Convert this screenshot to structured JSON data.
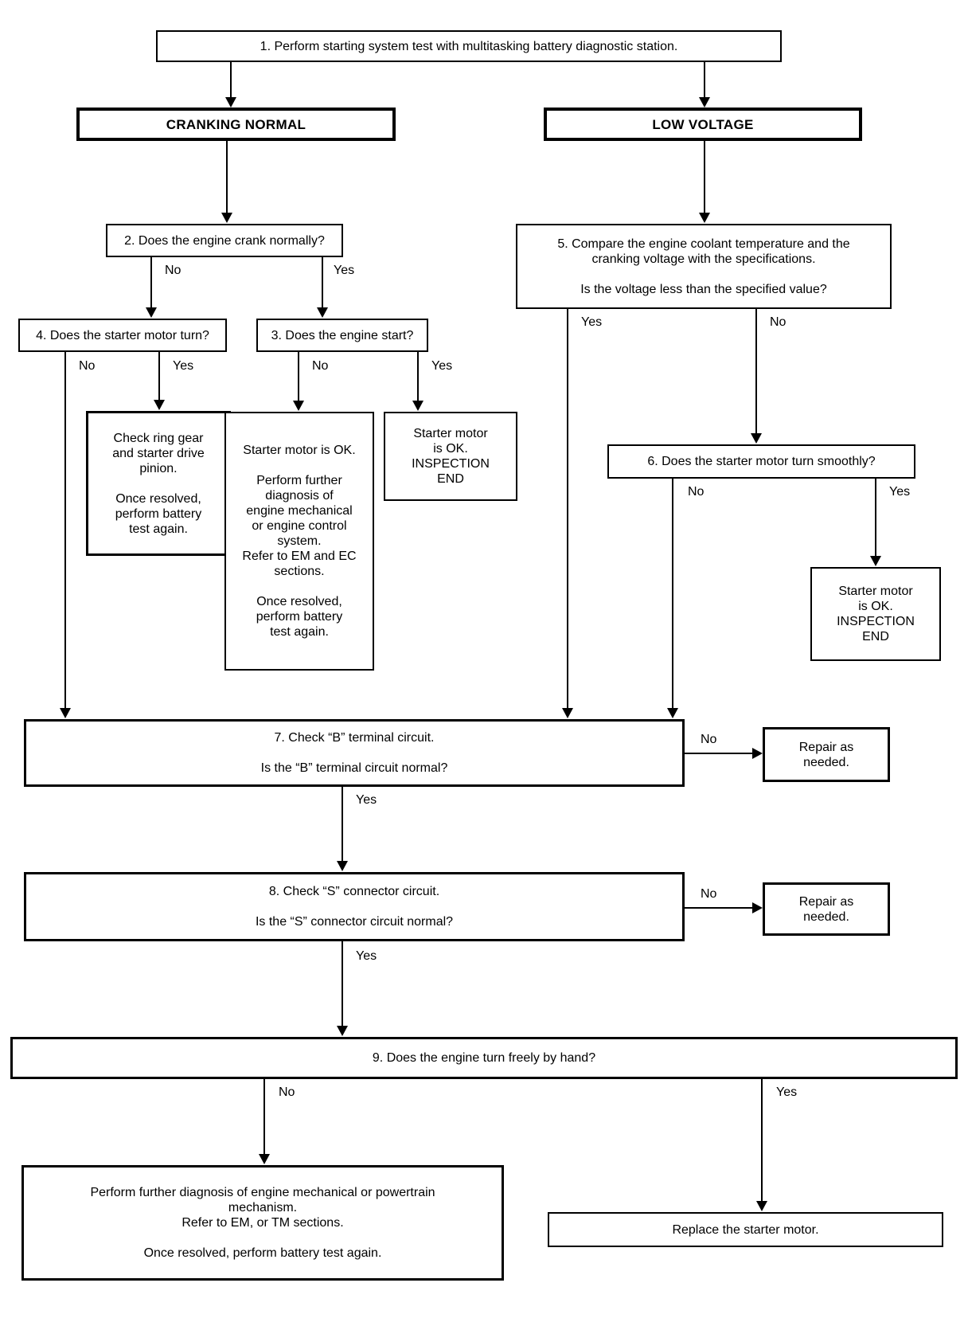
{
  "diagram": {
    "title_hint": "Starting system diagnostic flowchart",
    "line_color": "#000000",
    "background_color": "#ffffff",
    "boxes": {
      "start": {
        "text": "1. Perform starting system test with multitasking battery diagnostic station."
      },
      "cranking_normal": {
        "text": "CRANKING NORMAL"
      },
      "low_voltage": {
        "text": "LOW VOLTAGE"
      },
      "q2": {
        "text": "2. Does the engine crank normally?"
      },
      "q4": {
        "text": "4. Does the starter motor turn?"
      },
      "q3": {
        "text": "3. Does the engine start?"
      },
      "check_ring_gear": {
        "text": "Check ring gear\nand starter drive\npinion.\n\nOnce resolved,\nperform battery\ntest again."
      },
      "starter_ok_diagnosis": {
        "text": "Starter motor is OK.\n\nPerform further\ndiagnosis of\nengine mechanical\nor engine control\nsystem.\nRefer to EM and EC\nsections.\n\nOnce resolved,\nperform battery\ntest again."
      },
      "starter_ok_end_left": {
        "text": "Starter motor\nis OK.\nINSPECTION\nEND"
      },
      "q5": {
        "text": "5. Compare the engine coolant temperature and the\ncranking voltage with the specifications.\n\nIs the voltage less than the specified value?"
      },
      "q6": {
        "text": "6. Does the starter motor turn smoothly?"
      },
      "starter_ok_end_right": {
        "text": "Starter motor\nis OK.\nINSPECTION\nEND"
      },
      "q7": {
        "text": "7. Check “B” terminal circuit.\n\nIs the “B” terminal circuit normal?"
      },
      "repair_b": {
        "text": "Repair as\nneeded."
      },
      "q8": {
        "text": "8. Check “S” connector circuit.\n\nIs the “S” connector circuit normal?"
      },
      "repair_s": {
        "text": "Repair as\nneeded."
      },
      "q9": {
        "text": "9. Does the engine turn freely by hand?"
      },
      "further_diagnosis": {
        "text": "Perform further diagnosis of engine mechanical or powertrain\nmechanism.\nRefer to EM, or TM sections.\n\nOnce resolved, perform battery test again."
      },
      "replace_starter": {
        "text": "Replace the starter motor."
      }
    },
    "labels": {
      "q2_no": "No",
      "q2_yes": "Yes",
      "q4_no": "No",
      "q4_yes": "Yes",
      "q3_no": "No",
      "q3_yes": "Yes",
      "q5_yes": "Yes",
      "q5_no": "No",
      "q6_no": "No",
      "q6_yes": "Yes",
      "q7_no": "No",
      "q7_yes": "Yes",
      "q8_no": "No",
      "q8_yes": "Yes",
      "q9_no": "No",
      "q9_yes": "Yes"
    }
  }
}
